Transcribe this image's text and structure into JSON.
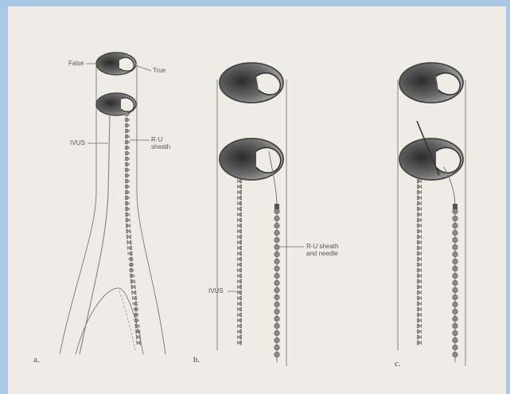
{
  "panels": [
    {
      "id": "a",
      "caption": "a.",
      "labels": {
        "false_lumen": "False",
        "true_lumen": "True",
        "ivus": "IVUS",
        "ru_sheath": "R-U\nsheath"
      }
    },
    {
      "id": "b",
      "caption": "b.",
      "labels": {
        "ru_sheath_needle": "R-U sheath\nand needle",
        "ivus": "IVUS"
      }
    },
    {
      "id": "c",
      "caption": "c."
    }
  ],
  "colors": {
    "background": "#a9c8e8",
    "paper": "#eeece4",
    "line": "#666666",
    "shade": "#555555"
  }
}
